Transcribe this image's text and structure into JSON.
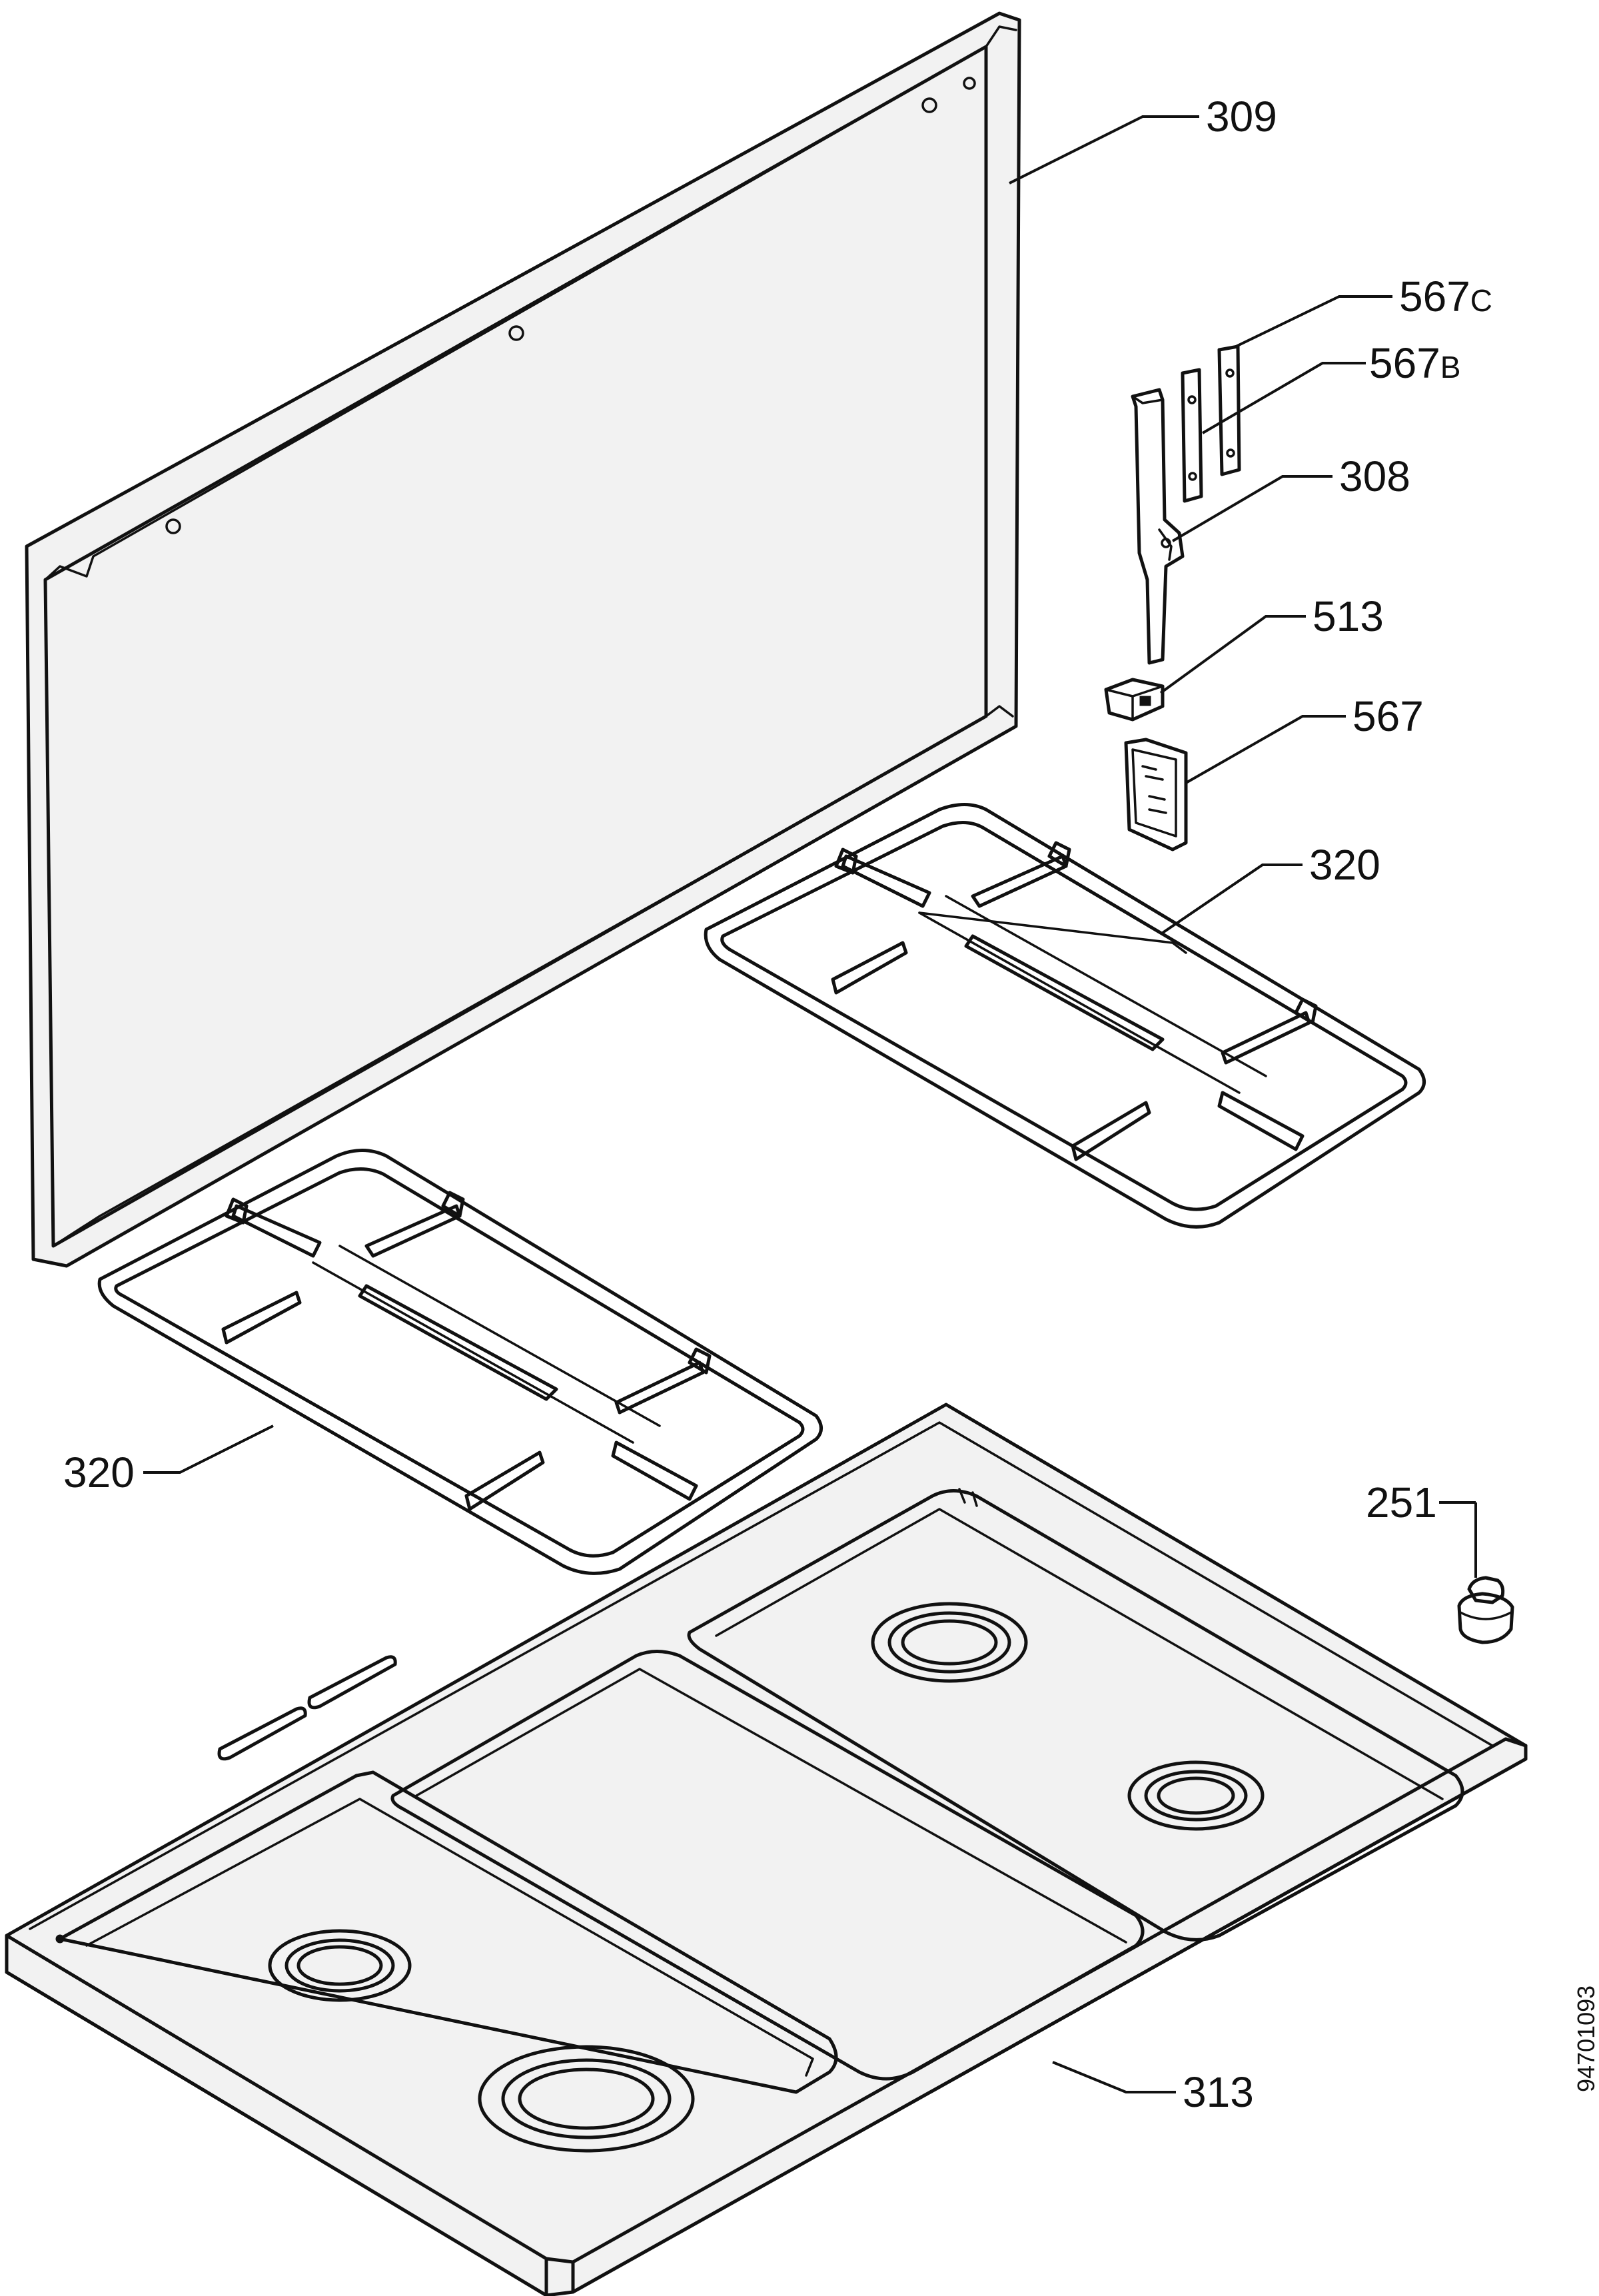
{
  "callouts": [
    {
      "id": "309",
      "label": "309",
      "part": "back-panel"
    },
    {
      "id": "567c",
      "label": "567",
      "suffix": "C",
      "part": "hinge-plate-c"
    },
    {
      "id": "567b",
      "label": "567",
      "suffix": "B",
      "part": "hinge-plate-b"
    },
    {
      "id": "308",
      "label": "308",
      "part": "hinge"
    },
    {
      "id": "513",
      "label": "513",
      "part": "hinge-clip"
    },
    {
      "id": "567",
      "label": "567",
      "part": "hinge-mount-plate"
    },
    {
      "id": "320a",
      "label": "320",
      "part": "pan-support-right"
    },
    {
      "id": "320b",
      "label": "320",
      "part": "pan-support-left"
    },
    {
      "id": "251",
      "label": "251",
      "part": "rubber-foot"
    },
    {
      "id": "313",
      "label": "313",
      "part": "hob-top"
    }
  ],
  "drawing_number": "94701093"
}
